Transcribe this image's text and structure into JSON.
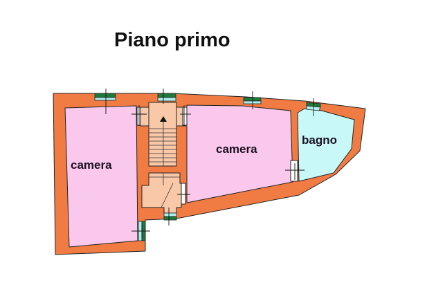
{
  "title": "Piano primo",
  "rooms": [
    {
      "label": "camera"
    },
    {
      "label": "camera"
    },
    {
      "label": "bagno"
    }
  ],
  "colors": {
    "wall": "#f07c44",
    "bedroom": "#f9c8ec",
    "bathroom": "#c8f8f8",
    "stairs": "#f8c8a8",
    "window_frame": "#1e7a3a",
    "window_glass": "#aef0f0"
  }
}
